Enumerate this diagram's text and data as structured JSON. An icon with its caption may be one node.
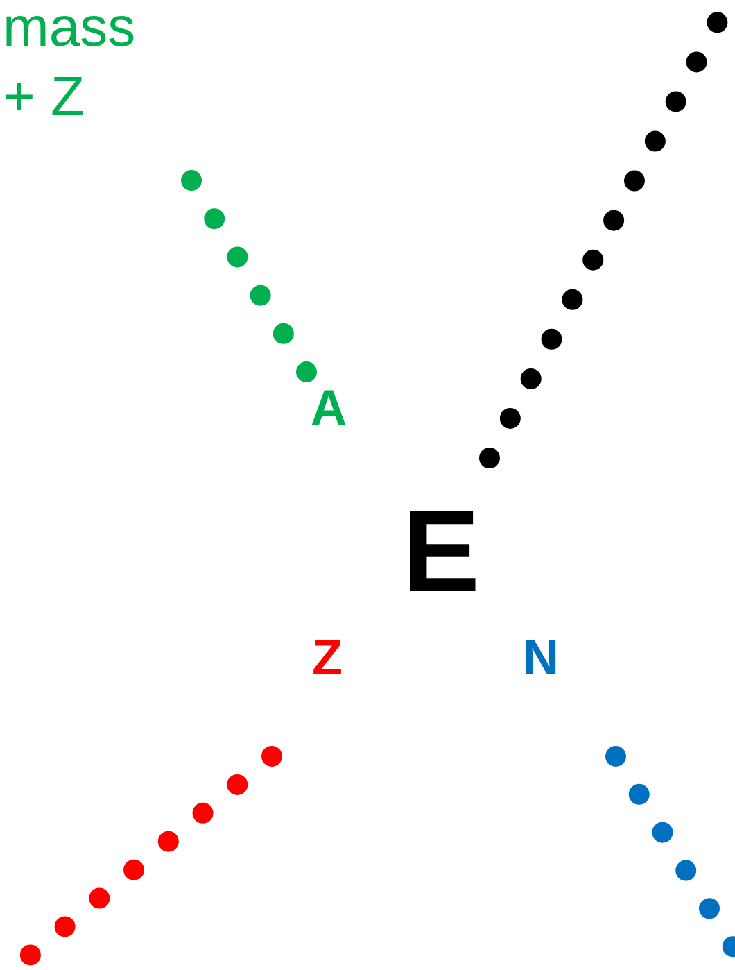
{
  "diagram": {
    "nodes": [
      {
        "text": [
          "E"
        ]
      },
      {
        "text": [
          "A"
        ]
      },
      {
        "text": [
          "Z"
        ]
      },
      {
        "text": [
          "N"
        ]
      }
    ],
    "edges": [
      {
        "from": 1,
        "to": null,
        "arrow": "none",
        "style": "dashed",
        "color": "#00b050"
      },
      {
        "from": 0,
        "to": null,
        "arrow": "none",
        "style": "dashed",
        "color": "#000000"
      },
      {
        "from": 2,
        "to": null,
        "arrow": "none",
        "style": "dashed",
        "color": "#ff0000"
      },
      {
        "from": 3,
        "to": null,
        "arrow": "none",
        "style": "dashed",
        "color": "#0070c0"
      }
    ],
    "labels": [
      "mass",
      "+ Z"
    ]
  }
}
